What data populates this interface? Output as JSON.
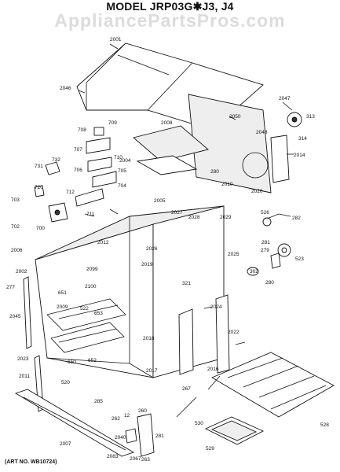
{
  "header": {
    "title": "MODEL JRP03G✱J3, J4",
    "watermark": "AppliancePartsPros.com"
  },
  "footer": {
    "art_number": "(ART NO. WB10724)"
  },
  "labels": [
    "2001",
    "2046",
    "2047",
    "313",
    "2050",
    "2048",
    "314",
    "2014",
    "709",
    "708",
    "707",
    "710",
    "705",
    "706",
    "704",
    "712",
    "711",
    "2008",
    "2004",
    "280",
    "2010",
    "2005",
    "2020",
    "731",
    "732",
    "720",
    "703",
    "702",
    "700",
    "2027",
    "2028",
    "2029",
    "526",
    "282",
    "281",
    "2025",
    "2006",
    "2002",
    "2012",
    "2026",
    "2019",
    "2099",
    "2100",
    "321",
    "523",
    "279",
    "302",
    "280",
    "277",
    "651",
    "2009",
    "522",
    "653",
    "2045",
    "650",
    "652",
    "2018",
    "2024",
    "2022",
    "2023",
    "2011",
    "520",
    "2017",
    "2016",
    "267",
    "285",
    "260",
    "281",
    "263",
    "2040",
    "2083",
    "2067",
    "12",
    "262",
    "2007",
    "530",
    "528",
    "529"
  ]
}
